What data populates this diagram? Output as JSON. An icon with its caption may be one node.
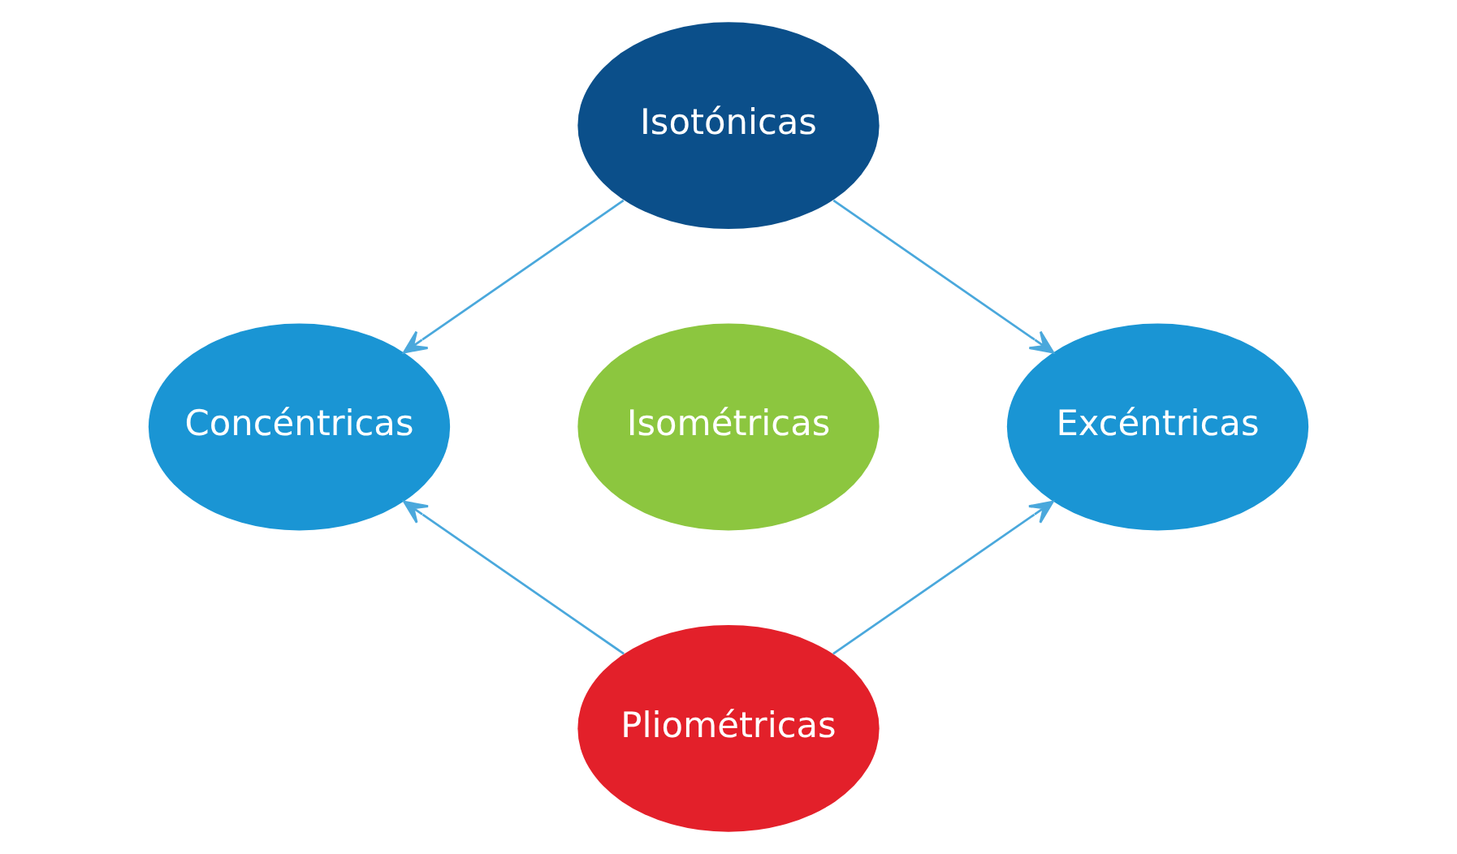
{
  "diagram": {
    "nodes": [
      {
        "text": [
          "Isotónicas"
        ]
      },
      {
        "text": [
          "Concéntricas"
        ]
      },
      {
        "text": [
          "Excéntricas"
        ]
      },
      {
        "text": [
          "Isométricas"
        ]
      },
      {
        "text": [
          "Pliométricas"
        ]
      }
    ],
    "edges": [
      {
        "from": 0,
        "to": 1,
        "arrow": "to"
      },
      {
        "from": 0,
        "to": 2,
        "arrow": "to"
      },
      {
        "from": 4,
        "to": 1,
        "arrow": "to"
      },
      {
        "from": 4,
        "to": 2,
        "arrow": "to"
      }
    ]
  }
}
